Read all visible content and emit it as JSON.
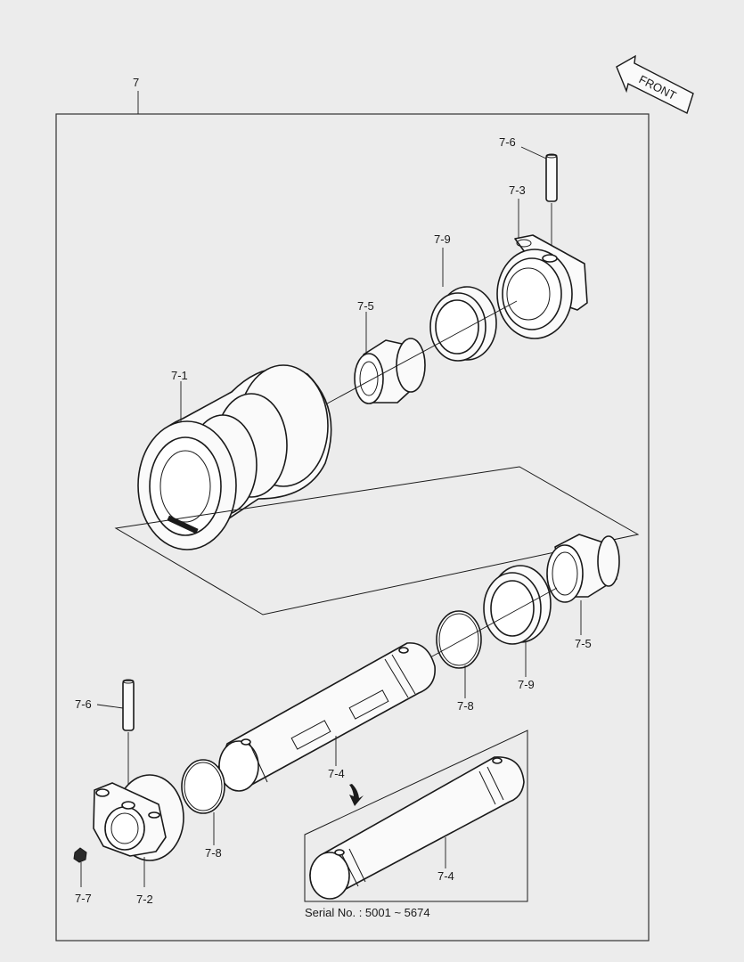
{
  "assembly_number": "7",
  "front_arrow": {
    "label": "FRONT"
  },
  "labels": {
    "p7_1": "7-1",
    "p7_2": "7-2",
    "p7_3": "7-3",
    "p7_4_main": "7-4",
    "p7_4_inset": "7-4",
    "p7_5_upper": "7-5",
    "p7_5_lower": "7-5",
    "p7_6_upper": "7-6",
    "p7_6_lower": "7-6",
    "p7_7": "7-7",
    "p7_8_mid": "7-8",
    "p7_8_lower": "7-8",
    "p7_9_upper": "7-9",
    "p7_9_lower": "7-9"
  },
  "inset": {
    "serial_note": "Serial No.  : 5001 ~ 5674"
  }
}
